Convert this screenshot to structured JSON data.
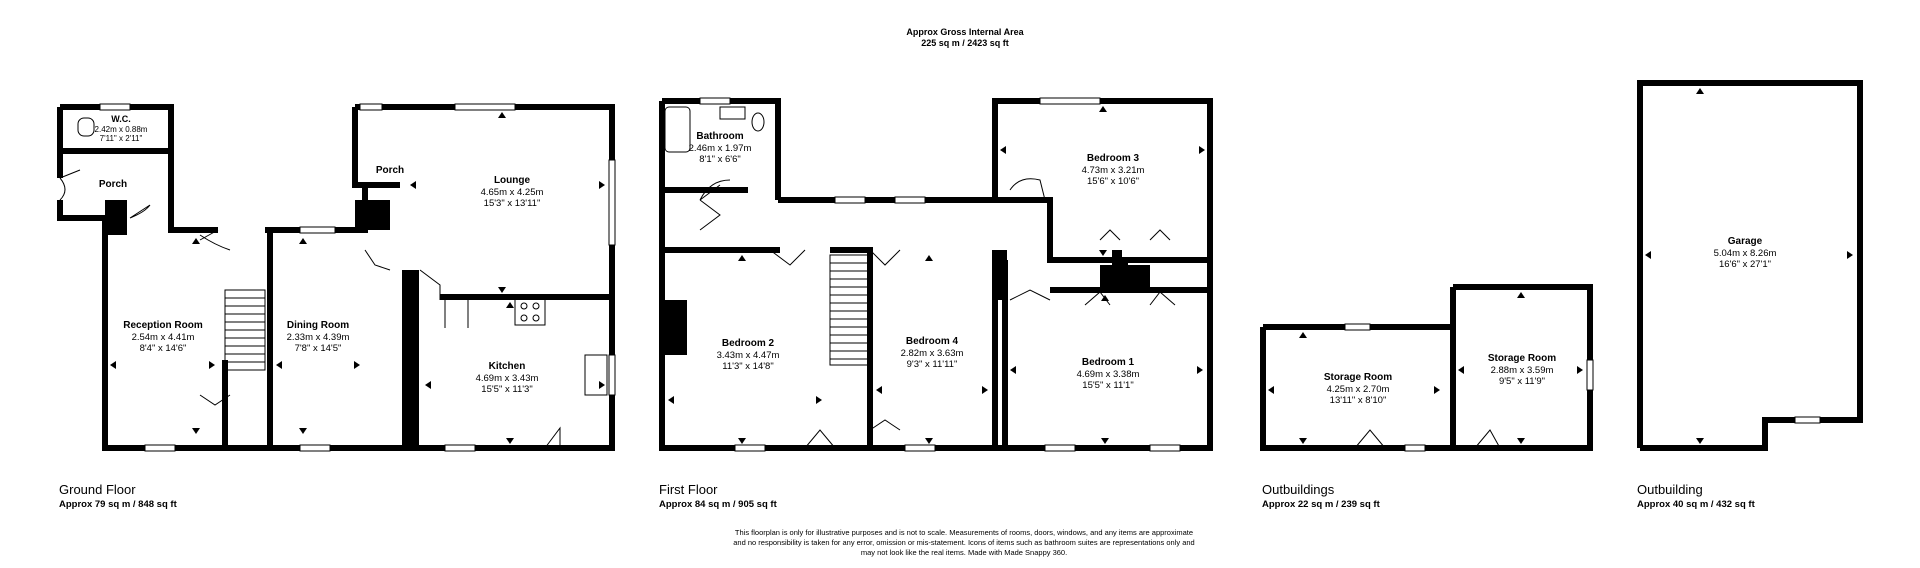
{
  "header": {
    "title": "Approx Gross Internal Area",
    "area": "225 sq m / 2423 sq ft"
  },
  "rooms": {
    "wc": {
      "name": "W.C.",
      "metric": "2.42m x 0.88m",
      "imperial": "7'11\" x 2'11\""
    },
    "porch_left": {
      "name": "Porch"
    },
    "porch_right": {
      "name": "Porch"
    },
    "reception": {
      "name": "Reception Room",
      "metric": "2.54m x 4.41m",
      "imperial": "8'4\" x 14'6\""
    },
    "dining": {
      "name": "Dining Room",
      "metric": "2.33m x 4.39m",
      "imperial": "7'8\" x 14'5\""
    },
    "lounge": {
      "name": "Lounge",
      "metric": "4.65m x 4.25m",
      "imperial": "15'3\" x 13'11\""
    },
    "kitchen": {
      "name": "Kitchen",
      "metric": "4.69m x 3.43m",
      "imperial": "15'5\" x 11'3\""
    },
    "bathroom": {
      "name": "Bathroom",
      "metric": "2.46m x 1.97m",
      "imperial": "8'1\" x 6'6\""
    },
    "bedroom3": {
      "name": "Bedroom 3",
      "metric": "4.73m x 3.21m",
      "imperial": "15'6\" x 10'6\""
    },
    "bedroom2": {
      "name": "Bedroom 2",
      "metric": "3.43m x 4.47m",
      "imperial": "11'3\" x 14'8\""
    },
    "bedroom4": {
      "name": "Bedroom 4",
      "metric": "2.82m x 3.63m",
      "imperial": "9'3\" x 11'11\""
    },
    "bedroom1": {
      "name": "Bedroom 1",
      "metric": "4.69m x 3.38m",
      "imperial": "15'5\" x 11'1\""
    },
    "storage1": {
      "name": "Storage Room",
      "metric": "4.25m x 2.70m",
      "imperial": "13'11\" x 8'10\""
    },
    "storage2": {
      "name": "Storage Room",
      "metric": "2.88m x 3.59m",
      "imperial": "9'5\" x 11'9\""
    },
    "garage": {
      "name": "Garage",
      "metric": "5.04m x 8.26m",
      "imperial": "16'6\" x 27'1\""
    }
  },
  "floors": [
    {
      "label": "Ground Floor",
      "area": "Approx 79 sq m / 848 sq ft"
    },
    {
      "label": "First Floor",
      "area": "Approx 84 sq m / 905 sq ft"
    },
    {
      "label": "Outbuildings",
      "area": "Approx 22 sq m / 239 sq ft"
    },
    {
      "label": "Outbuilding",
      "area": "Approx 40 sq m / 432 sq ft"
    }
  ],
  "disclaimer": [
    "This floorplan is only for illustrative purposes and is not to scale. Measurements of rooms, doors, windows, and any items are approximate",
    "and no responsibility is taken for any error, omission or mis-statement. Icons of items such as bathroom suites are representations only and",
    "may not look like the real items. Made with Made Snappy 360."
  ],
  "colors": {
    "wall": "#000000",
    "window": "#ffffff",
    "background": "#ffffff"
  }
}
